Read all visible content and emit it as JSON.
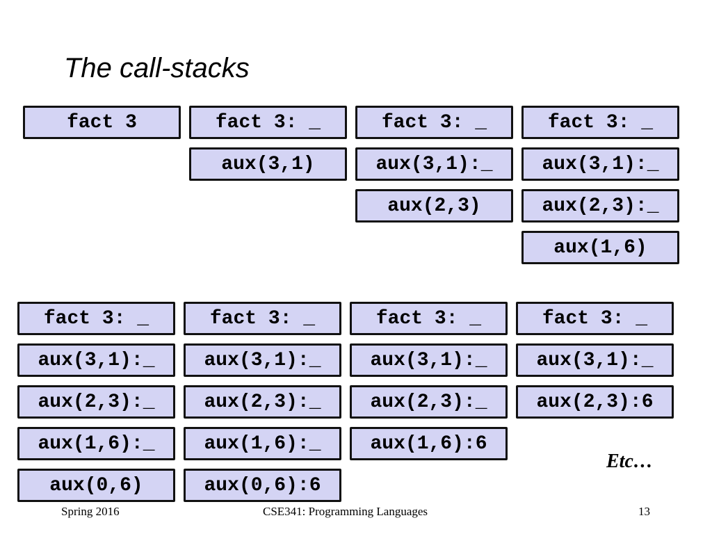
{
  "title": "The call-stacks",
  "top_stacks": [
    [
      "fact 3"
    ],
    [
      "fact 3: _",
      "aux(3,1)"
    ],
    [
      "fact 3: _",
      "aux(3,1):_",
      "aux(2,3)"
    ],
    [
      "fact 3: _",
      "aux(3,1):_",
      "aux(2,3):_",
      "aux(1,6)"
    ]
  ],
  "bottom_stacks": [
    [
      "fact 3: _",
      "aux(3,1):_",
      "aux(2,3):_",
      "aux(1,6):_",
      "aux(0,6)"
    ],
    [
      "fact 3: _",
      "aux(3,1):_",
      "aux(2,3):_",
      "aux(1,6):_",
      "aux(0,6):6"
    ],
    [
      "fact 3: _",
      "aux(3,1):_",
      "aux(2,3):_",
      "aux(1,6):6"
    ],
    [
      "fact 3: _",
      "aux(3,1):_",
      "aux(2,3):6"
    ]
  ],
  "etc": "Etc…",
  "footer": {
    "left": "Spring 2016",
    "center": "CSE341: Programming Languages",
    "page": "13"
  }
}
